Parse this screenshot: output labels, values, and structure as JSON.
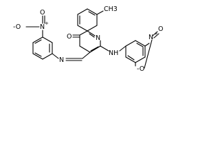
{
  "structure": {
    "type": "chemical-structure",
    "labels": {
      "methyl": "CH3",
      "ring_n": "N",
      "carbonyl_o": "O",
      "imine_n": "N",
      "amine": "NH",
      "nitro_left_n": "N",
      "nitro_left_plus": "+",
      "nitro_left_o_double": "O",
      "nitro_left_o_single": "-O",
      "nitro_right_n": "N",
      "nitro_right_plus": "+",
      "nitro_right_o_double": "O",
      "nitro_right_o_single": "-O"
    }
  }
}
